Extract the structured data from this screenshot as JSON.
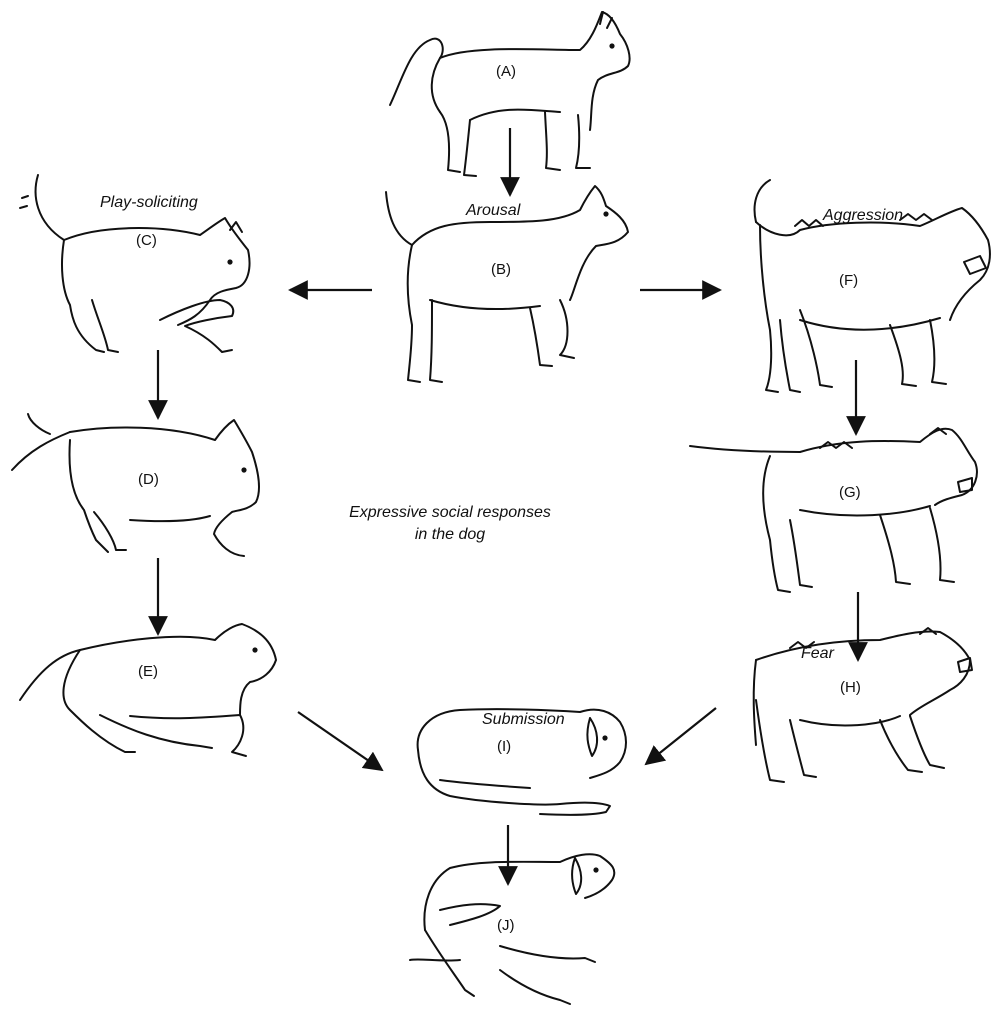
{
  "caption": {
    "line1": "Expressive social responses",
    "line2": "in the dog"
  },
  "states": [
    {
      "letter": "(A)",
      "title": ""
    },
    {
      "letter": "(B)",
      "title": "Arousal"
    },
    {
      "letter": "(C)",
      "title": "Play-soliciting"
    },
    {
      "letter": "(D)",
      "title": ""
    },
    {
      "letter": "(E)",
      "title": ""
    },
    {
      "letter": "(F)",
      "title": "Aggression"
    },
    {
      "letter": "(G)",
      "title": ""
    },
    {
      "letter": "(H)",
      "title": "Fear"
    },
    {
      "letter": "(I)",
      "title": "Submission"
    },
    {
      "letter": "(J)",
      "title": ""
    }
  ],
  "transitions": [
    {
      "from": "(A)",
      "to": "(B)"
    },
    {
      "from": "(B)",
      "to": "(C)"
    },
    {
      "from": "(B)",
      "to": "(F)"
    },
    {
      "from": "(C)",
      "to": "(D)"
    },
    {
      "from": "(D)",
      "to": "(E)"
    },
    {
      "from": "(E)",
      "to": "(I)"
    },
    {
      "from": "(F)",
      "to": "(G)"
    },
    {
      "from": "(G)",
      "to": "(H)"
    },
    {
      "from": "(H)",
      "to": "(I)"
    },
    {
      "from": "(I)",
      "to": "(J)"
    }
  ],
  "style": {
    "ink": "#111111",
    "paper": "#ffffff"
  }
}
